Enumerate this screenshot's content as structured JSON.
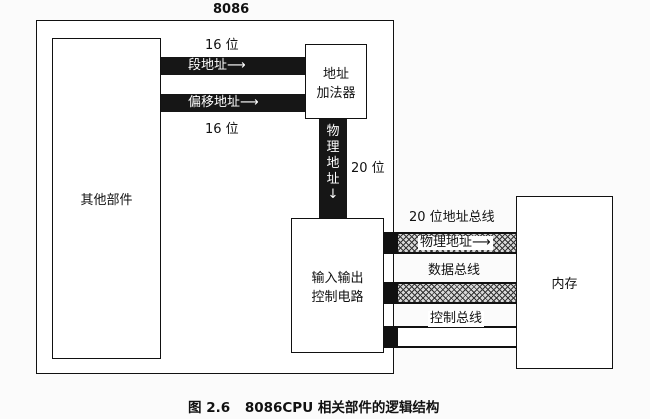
{
  "title": "8086",
  "blocks": {
    "other_parts": "其他部件",
    "adder_line1": "地址",
    "adder_line2": "加法器",
    "io_line1": "输入输出",
    "io_line2": "控制电路",
    "memory": "内存"
  },
  "buses": {
    "segment": {
      "label": "段地址",
      "arrow": "⟶"
    },
    "offset": {
      "label": "偏移地址",
      "arrow": "⟶"
    },
    "top_width": "16 位",
    "bottom_width": "16 位",
    "physical_chars": [
      "物",
      "理",
      "地",
      "址"
    ],
    "physical_arrow": "↓",
    "physical_width": "20 位",
    "address_bus_title": "20 位地址总线",
    "address_bus_label": "物理地址",
    "address_bus_arrow": "⟶",
    "data_bus_label": "数据总线",
    "control_bus_label": "控制总线"
  },
  "caption": {
    "figure": "图 2.6",
    "text": "8086CPU 相关部件的逻辑结构"
  }
}
